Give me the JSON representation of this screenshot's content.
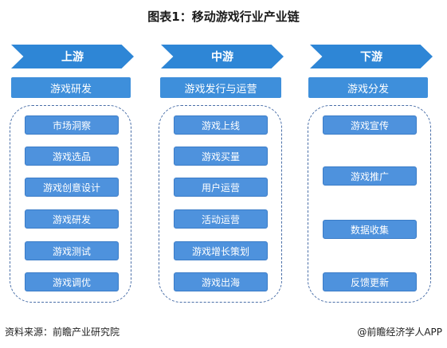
{
  "title": "图表1：移动游戏行业产业链",
  "stages": [
    {
      "header": "上游",
      "category": "游戏研发",
      "items": [
        "市场洞察",
        "游戏选品",
        "游戏创意设计",
        "游戏研发",
        "游戏测试",
        "游戏调优"
      ]
    },
    {
      "header": "中游",
      "category": "游戏发行与运营",
      "items": [
        "游戏上线",
        "游戏买量",
        "用户运营",
        "活动运营",
        "游戏增长策划",
        "游戏出海"
      ]
    },
    {
      "header": "下游",
      "category": "游戏分发",
      "items": [
        "游戏宣传",
        "游戏推广",
        "数据收集",
        "反馈更新"
      ]
    }
  ],
  "footer": {
    "source": "资料来源：前瞻产业研究院",
    "brand": "@前瞻经济学人APP"
  },
  "colors": {
    "chevron": "#2e86d6",
    "box": "#3e8fdb",
    "item": "#4e92dd",
    "panel_border": "#4a6fa8"
  }
}
